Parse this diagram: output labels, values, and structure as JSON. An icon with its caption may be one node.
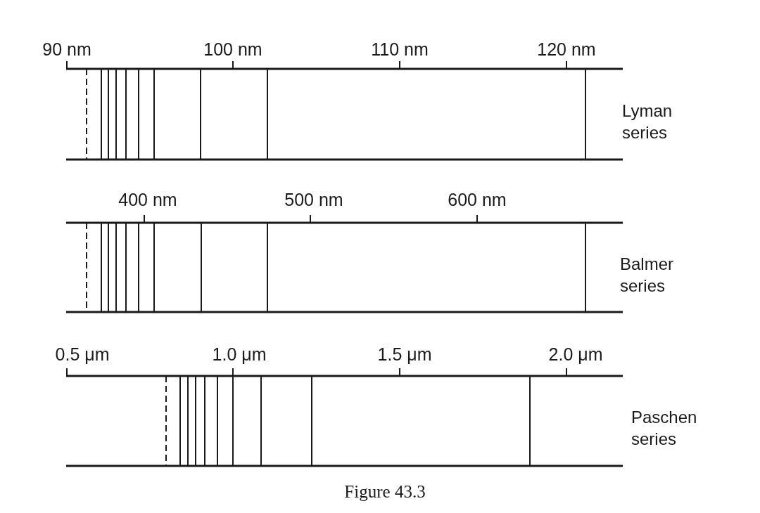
{
  "diagram": {
    "caption": "Figure 43.3",
    "labels": [
      "90 nm",
      "100 nm",
      "110 nm",
      "120 nm",
      "Lyman series",
      "400 nm",
      "500 nm",
      "600 nm",
      "Balmer series",
      "0.5 μm",
      "1.0 μm",
      "1.5 μm",
      "2.0 μm",
      "Paschen series"
    ]
  }
}
